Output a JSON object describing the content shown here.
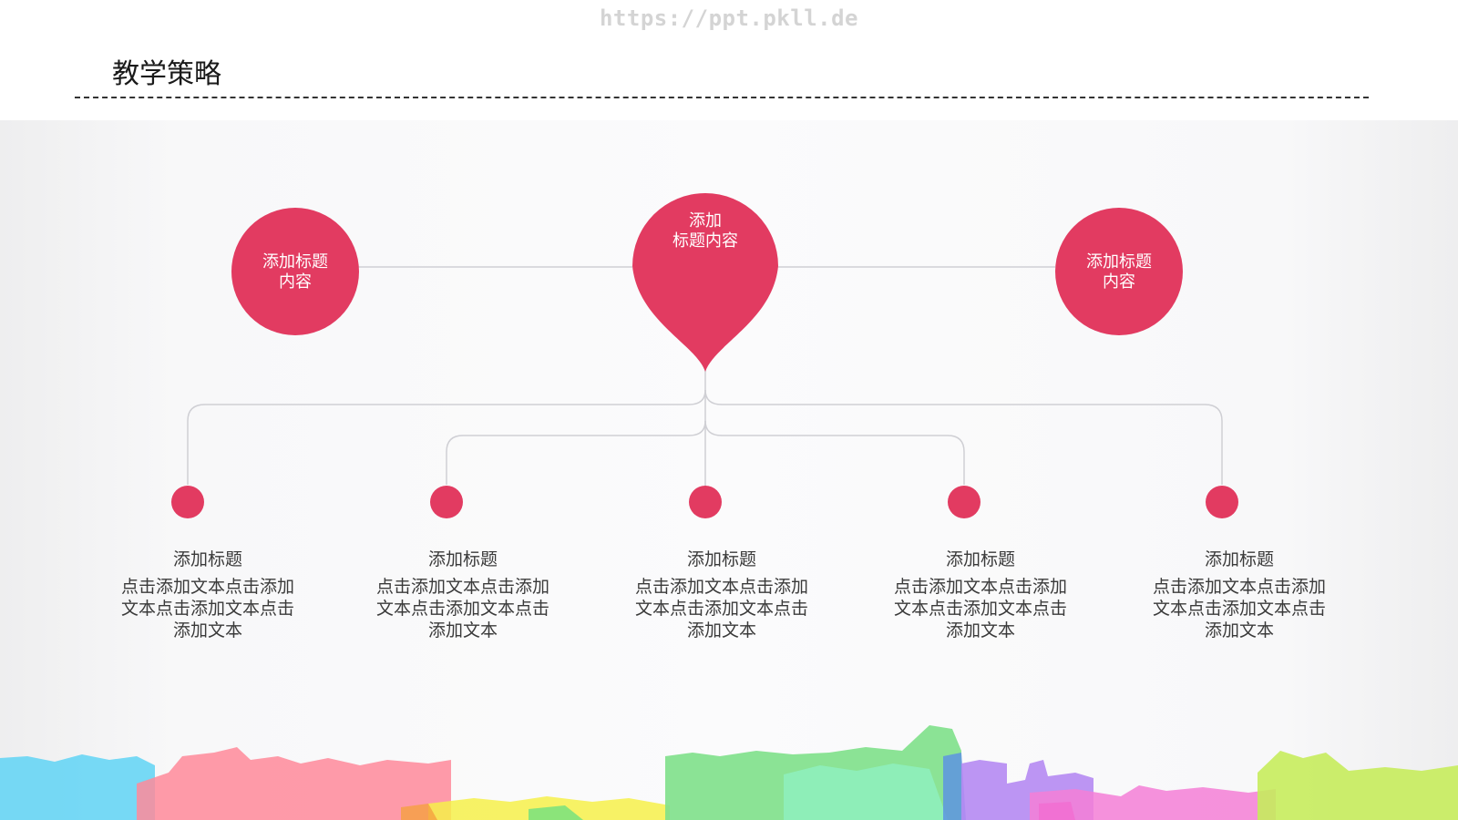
{
  "watermark": "https://ppt.pkll.de",
  "page": {
    "title": "教学策略"
  },
  "diagram": {
    "center": {
      "line1": "添加",
      "line2": "标题内容"
    },
    "left": {
      "line1": "添加标题",
      "line2": "内容"
    },
    "right": {
      "line1": "添加标题",
      "line2": "内容"
    },
    "items": [
      {
        "title": "添加标题",
        "lines": [
          "点击添加文本点击添加",
          "文本点击添加文本点击",
          "添加文本"
        ]
      },
      {
        "title": "添加标题",
        "lines": [
          "点击添加文本点击添加",
          "文本点击添加文本点击",
          "添加文本"
        ]
      },
      {
        "title": "添加标题",
        "lines": [
          "点击添加文本点击添加",
          "文本点击添加文本点击",
          "添加文本"
        ]
      },
      {
        "title": "添加标题",
        "lines": [
          "点击添加文本点击添加",
          "文本点击添加文本点击",
          "添加文本"
        ]
      },
      {
        "title": "添加标题",
        "lines": [
          "点击添加文本点击添加",
          "文本点击添加文本点击",
          "添加文本"
        ]
      }
    ]
  },
  "colors": {
    "accent": "#e23b61",
    "connector": "#cfcfd4"
  }
}
